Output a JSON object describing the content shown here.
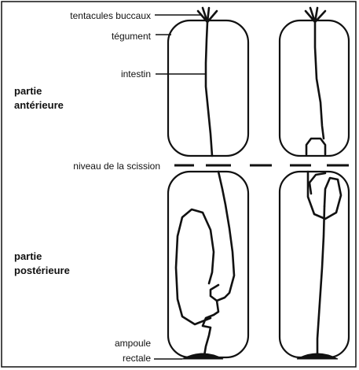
{
  "labels": {
    "tentacles": "tentacules buccaux",
    "tegument": "tégument",
    "intestine": "intestin",
    "anterior_line1": "partie",
    "anterior_line2": "antérieure",
    "fission_level": "niveau de la scission",
    "posterior_line1": "partie",
    "posterior_line2": "postérieure",
    "ampulla_line1": "ampoule",
    "ampulla_line2": "rectale"
  }
}
